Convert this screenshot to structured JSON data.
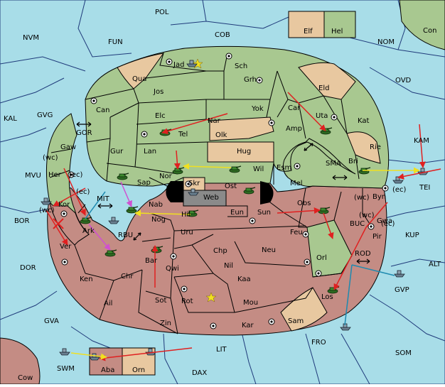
{
  "colors": {
    "sea": "#a8dde8",
    "green": "#a8c890",
    "red": "#c48c84",
    "tan": "#e8c8a0",
    "gray": "#8a8a8a"
  },
  "labels": {
    "sea": {
      "POL": "POL",
      "NVM": "NVM",
      "FUN": "FUN",
      "COB": "COB",
      "NOM": "NOM",
      "Con": "Con",
      "OVD": "OVD",
      "KAL": "KAL",
      "GVG": "GVG",
      "GOR": "GOR",
      "MVU": "MVU",
      "BOR": "BOR",
      "DOR": "DOR",
      "GVA": "GVA",
      "KAM": "KAM",
      "TEI": "TEI",
      "SMA": "SMA",
      "MIT": "MIT",
      "RBU": "RBU",
      "BUC": "BUC",
      "KUP": "KUP",
      "ALT": "ALT",
      "ROD": "ROD",
      "GVP": "GVP",
      "FRO": "FRO",
      "SOM": "SOM",
      "LIT": "LIT",
      "SWM": "SWM",
      "DAX": "DAX",
      "Cow": "Cow",
      "wc_gvg": "(wc)",
      "wc_bor": "(wc)",
      "ec_mvu": "(ec)",
      "ec_tei": "(ec)",
      "wc_buc": "(wc)"
    },
    "land": {
      "Elf": "Elf",
      "Hel": "Hel",
      "Jad": "Jad",
      "Sch": "Sch",
      "Qua": "Qua",
      "Jos": "Jos",
      "Grh": "Grh",
      "Eld": "Eld",
      "Can": "Can",
      "Yok": "Yok",
      "Car": "Car",
      "Uta": "Uta",
      "Kat": "Kat",
      "Elc": "Elc",
      "Nar": "Nar",
      "Amp": "Amp",
      "Tel": "Tel",
      "Olk": "Olk",
      "Rie": "Rie",
      "Gur": "Gur",
      "Lan": "Lan",
      "Hug": "Hug",
      "Gaw": "Gaw",
      "Her": "Her",
      "Wil": "Wil",
      "Esm": "Esm",
      "Bri": "Bri",
      "Nor": "Nor",
      "Sap": "Sap",
      "Skr": "Skr",
      "Web": "Web",
      "Ost": "Ost",
      "Mel": "Mel",
      "Byn": "Byn",
      "wc_byn": "(wc)",
      "ec_her": "(ec)",
      "Kor": "Kor",
      "Nab": "Nab",
      "Eun": "Eun",
      "Sun": "Sun",
      "Obs": "Obs",
      "Ark": "Ark",
      "Hil": "Hil",
      "Nog": "Nog",
      "Gwa": "Gwa",
      "ec_gwa": "(ec)",
      "Ver": "Ver",
      "Uru": "Uru",
      "Feu": "Feu",
      "Pir": "Pir",
      "Chp": "Chp",
      "Neu": "Neu",
      "Orl": "Orl",
      "Bar": "Bar",
      "Qwi": "Qwi",
      "Nil": "Nil",
      "Ken": "Ken",
      "Chr": "Chr",
      "Kaa": "Kaa",
      "Los": "Los",
      "Ail": "Ail",
      "Sot": "Sot",
      "Rot": "Rot",
      "Mou": "Mou",
      "Sam": "Sam",
      "Zin": "Zin",
      "Kar": "Kar",
      "Aba": "Aba",
      "Orn": "Orn"
    }
  },
  "icons": [
    "army-icon",
    "fleet-icon",
    "supply-center-icon",
    "home-center-icon"
  ]
}
